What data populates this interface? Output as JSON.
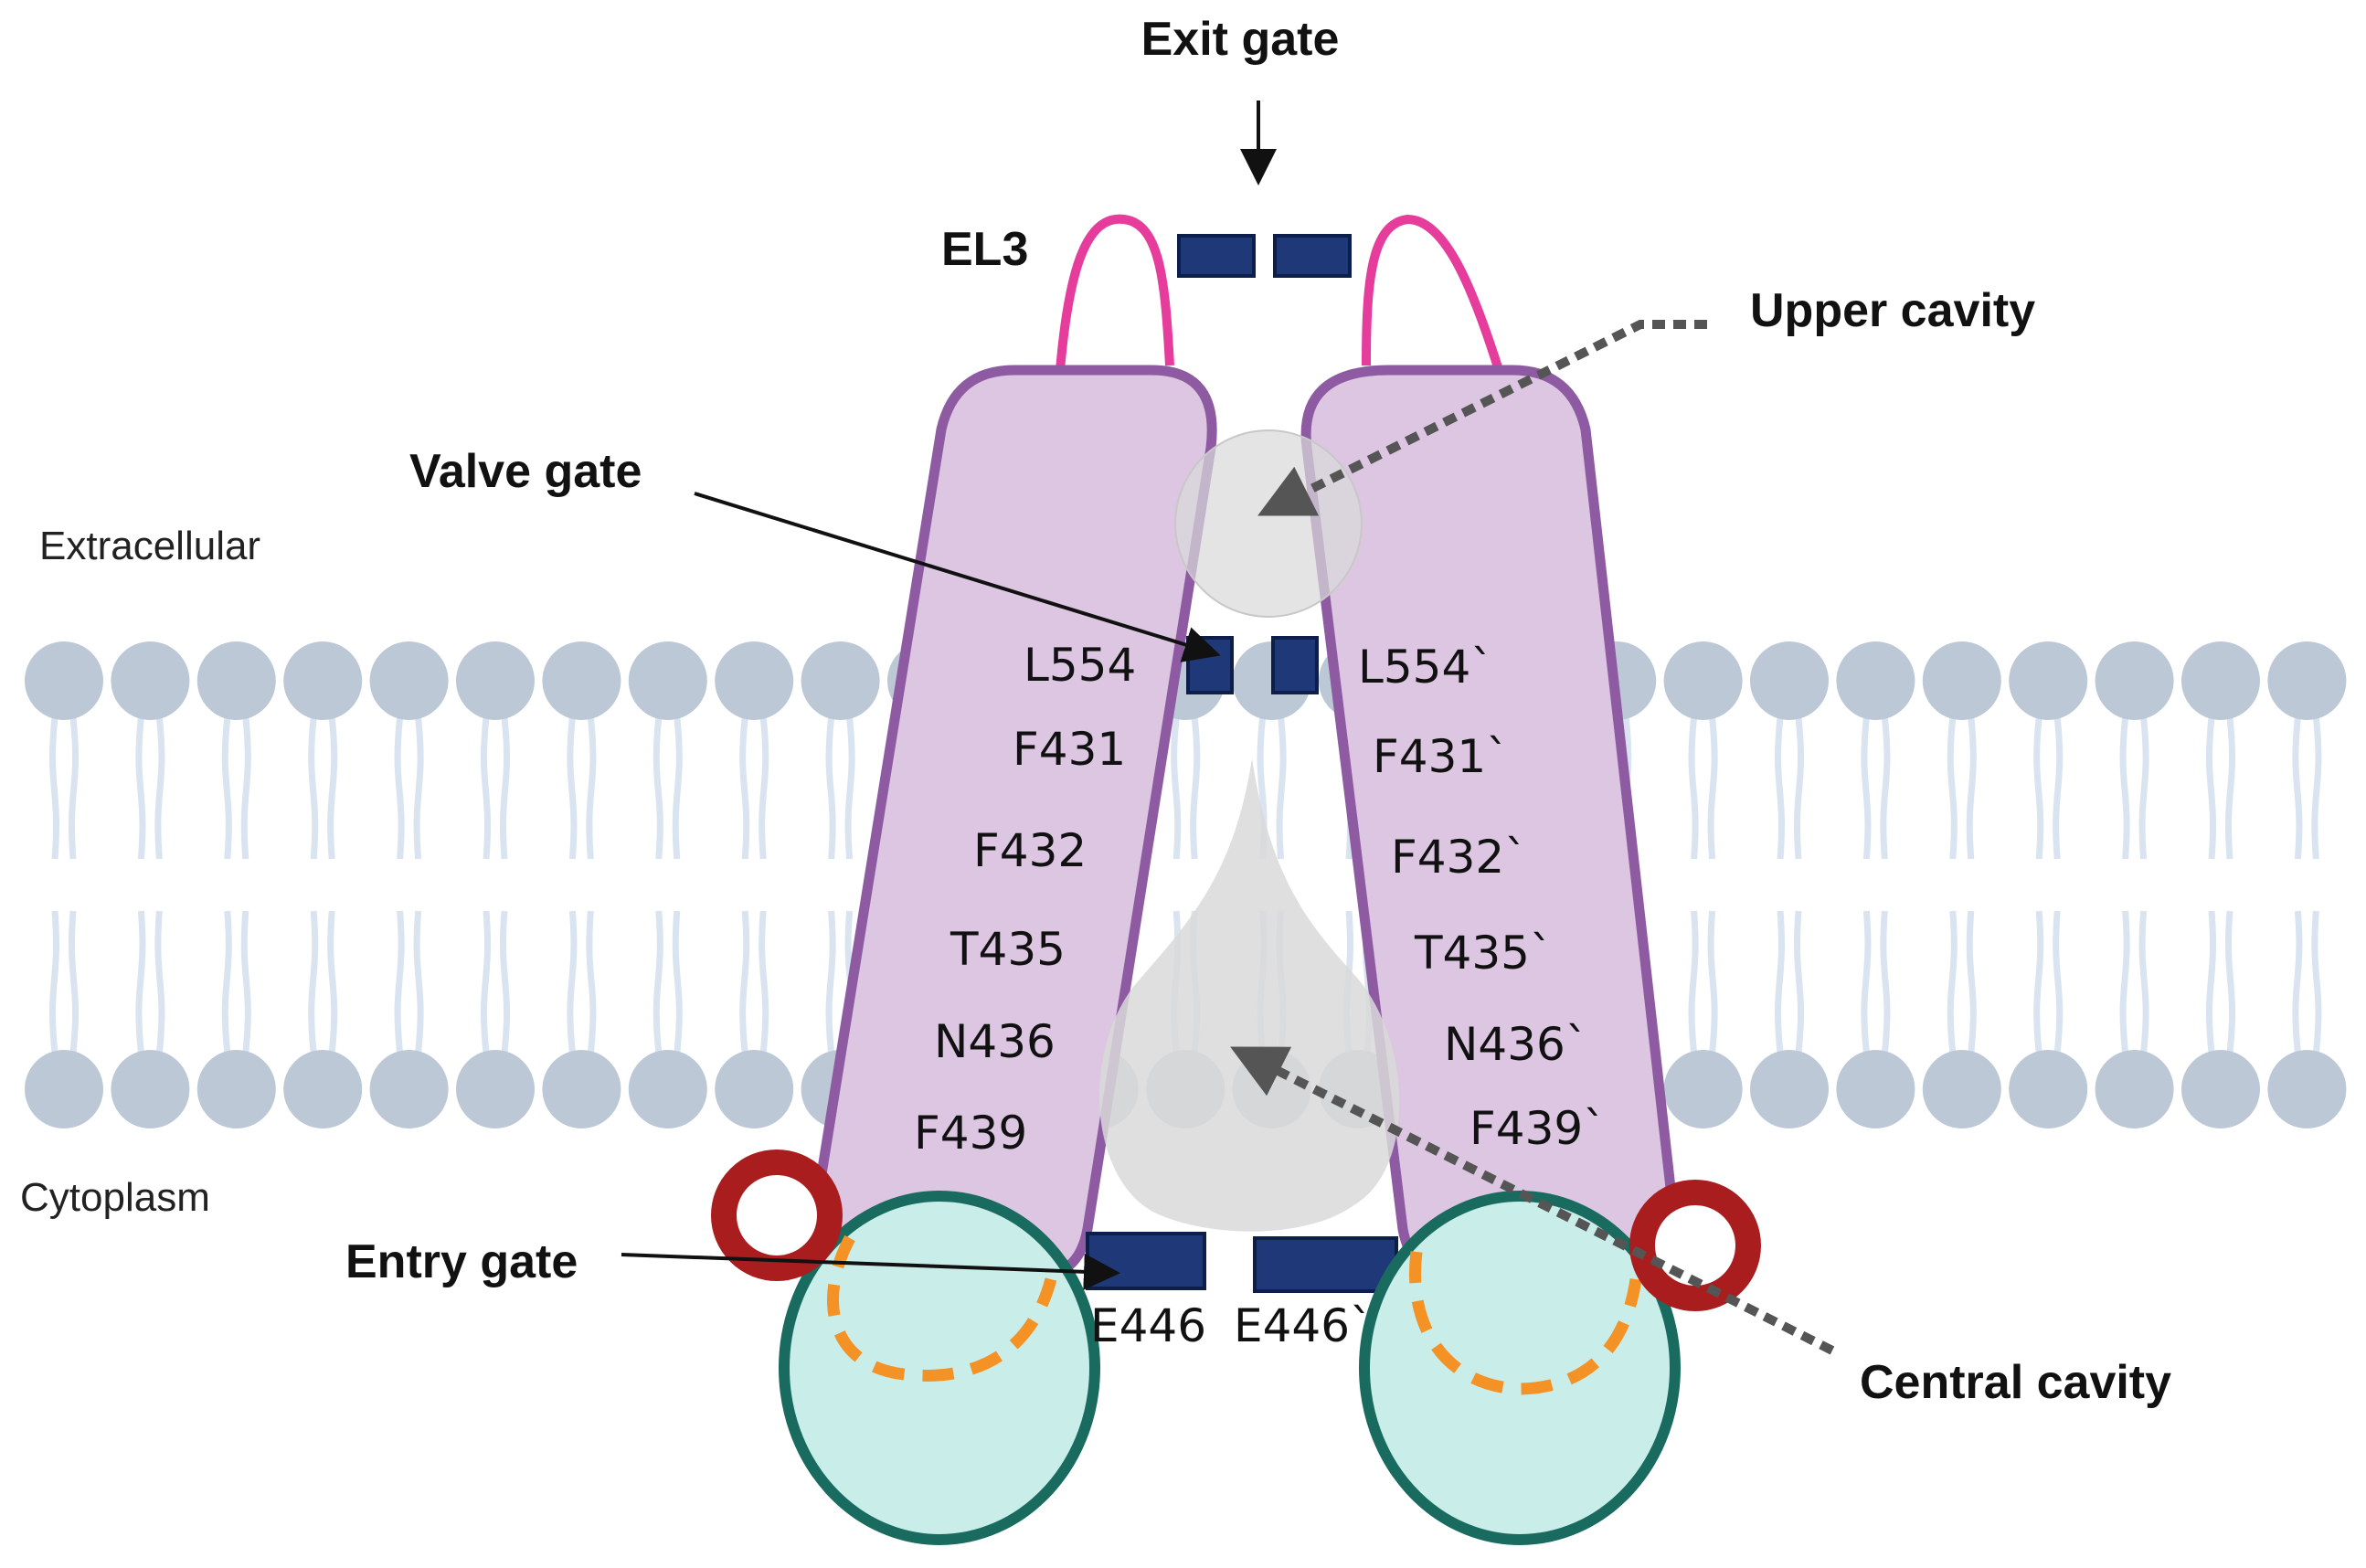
{
  "labels": {
    "exit_gate": "Exit gate",
    "el3": "EL3",
    "upper_cavity": "Upper cavity",
    "valve_gate": "Valve gate",
    "extracellular": "Extracellular",
    "cytoplasm": "Cytoplasm",
    "entry_gate": "Entry gate",
    "central_cavity": "Central cavity"
  },
  "residues_left": [
    "L554",
    "F431",
    "F432",
    "T435",
    "N436",
    "F439",
    "E446"
  ],
  "residues_right": [
    "L554`",
    "F431`",
    "F432`",
    "T435`",
    "N436`",
    "F439`",
    "E446`"
  ],
  "colors": {
    "helix_fill": "#dcc6e2",
    "helix_stroke": "#8e5aa2",
    "loop": "#e63c9c",
    "gate_block": "#1f3878",
    "cavity": "#d9d9d9",
    "domain_fill": "#c9ede9",
    "domain_stroke": "#1a6b5f",
    "dash": "#f59225",
    "ring": "#a91d1f",
    "lipid_head": "#bcc8d6",
    "lipid_tail": "#d9e4f0"
  }
}
